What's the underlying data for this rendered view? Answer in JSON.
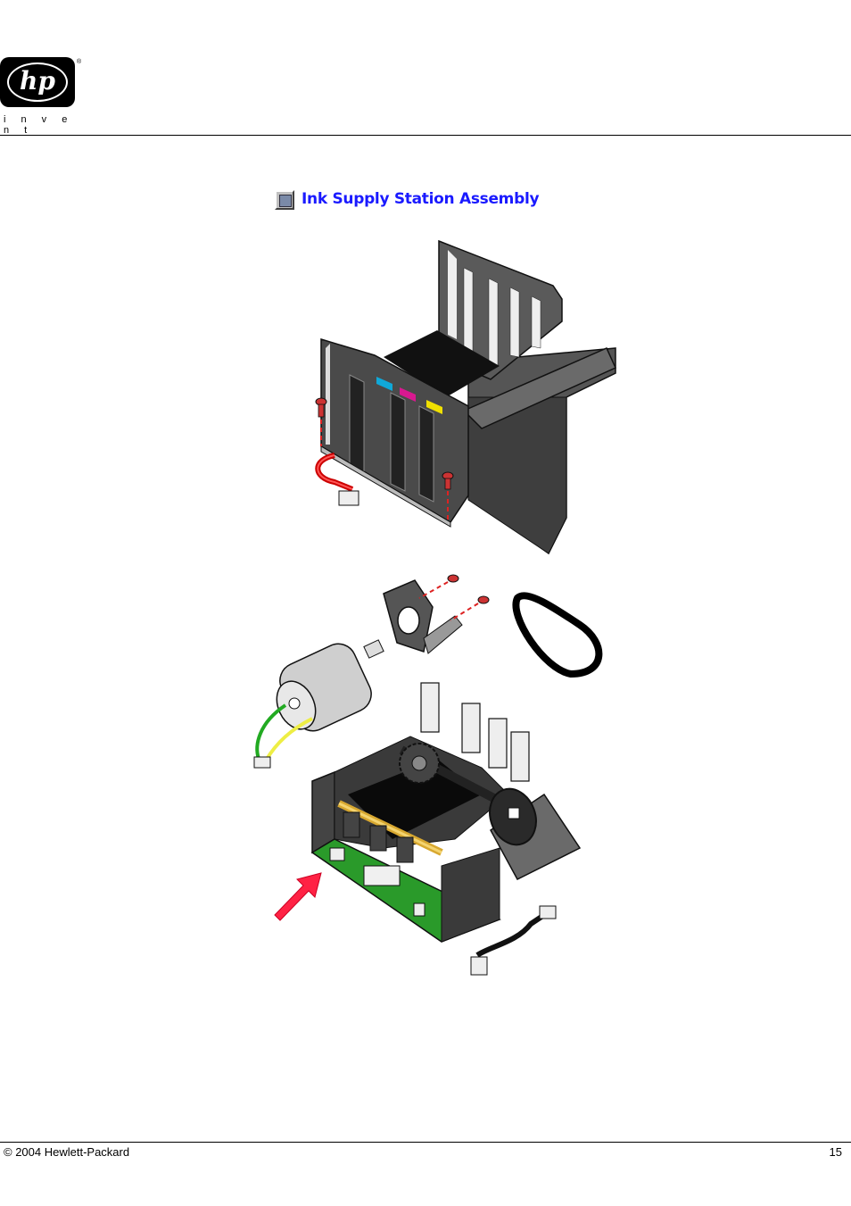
{
  "header": {
    "logo_mark": "hp",
    "logo_tagline": "i n v e n t",
    "logo_registered": "®"
  },
  "figure": {
    "title": "Ink Supply Station Assembly"
  },
  "footer": {
    "copyright": "© 2004 Hewlett-Packard",
    "page_number": "15"
  },
  "colors": {
    "title_blue": "#1a1aff",
    "arrow_red": "#ff2244",
    "screw_red": "#cc2222",
    "pcb_green": "#2a9a2a",
    "cyan": "#10a8d8",
    "magenta": "#d81890",
    "yellow": "#f0e000"
  }
}
